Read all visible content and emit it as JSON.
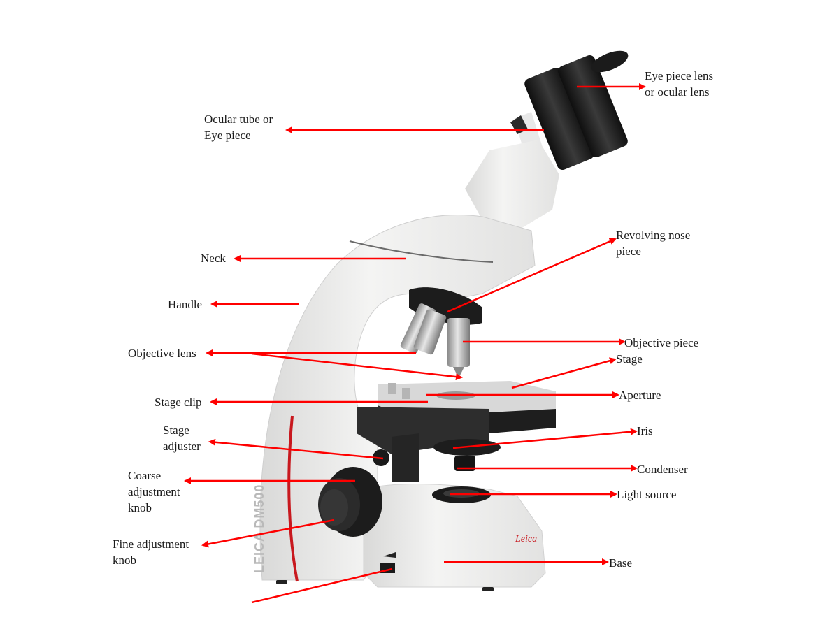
{
  "diagram": {
    "subject": "Compound light microscope",
    "brand_text": "LEICA DM500",
    "colors": {
      "arrow": "#ff0000",
      "text": "#1a1a1a",
      "body": "#efefee",
      "dark": "#1e1e1e",
      "accent_stripe": "#c8181e"
    },
    "labels": {
      "eyepiece_lens": "Eye piece lens\nor ocular lens",
      "ocular_tube": "Ocular tube or\nEye piece",
      "neck": "Neck",
      "revolving_nosepiece": "Revolving nose\npiece",
      "handle": "Handle",
      "objective_lens": "Objective lens",
      "objective_piece": "Objective piece",
      "stage": "Stage",
      "stage_clip": "Stage clip",
      "aperture": "Aperture",
      "stage_adjuster": "Stage\nadjuster",
      "iris": "Iris",
      "condenser": "Condenser",
      "coarse_adjustment_knob": "Coarse\nadjustment\nknob",
      "light_source": "Light source",
      "fine_adjustment_knob": "Fine adjustment\nknob",
      "base": "Base"
    }
  }
}
